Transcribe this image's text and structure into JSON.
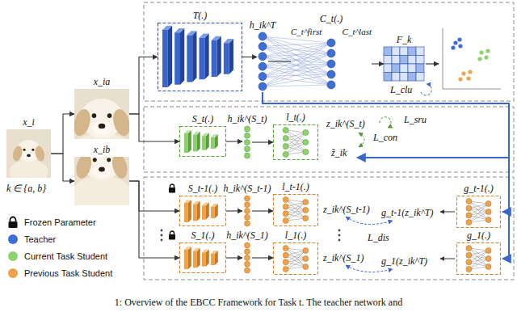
{
  "diagram": {
    "caption": "1: Overview of the EBCC Framework for Task t. The teacher network and",
    "nodes": [
      {
        "text": [
          "x_i"
        ]
      },
      {
        "text": [
          "x_ia"
        ]
      },
      {
        "text": [
          "x_ib"
        ]
      },
      {
        "text": [
          "T(.)"
        ]
      },
      {
        "text": [
          "h_ik^T"
        ]
      },
      {
        "text": [
          "C_t(.)",
          "C_t^first",
          "C_t^last"
        ]
      },
      {
        "text": [
          "F_k"
        ]
      },
      {
        "text": [
          "S_t(.)"
        ]
      },
      {
        "text": [
          "h_ik^(S_t)"
        ]
      },
      {
        "text": [
          "l_t(.)"
        ]
      },
      {
        "text": [
          "S_t-1(.)"
        ]
      },
      {
        "text": [
          "h_ik^(S_t-1)"
        ]
      },
      {
        "text": [
          "l_t-1(.)"
        ]
      },
      {
        "text": [
          "g_t-1(.)"
        ]
      },
      {
        "text": [
          "S_1(.)"
        ]
      },
      {
        "text": [
          "h_ik^(S_1)"
        ]
      },
      {
        "text": [
          "l_1(.)"
        ]
      },
      {
        "text": [
          "g_1(.)"
        ]
      }
    ],
    "edges": [
      {
        "from": 0,
        "to": 1,
        "arrow": "to"
      },
      {
        "from": 0,
        "to": 2,
        "arrow": "to"
      },
      {
        "from": 1,
        "to": 3,
        "arrow": "to"
      },
      {
        "from": 1,
        "to": 7,
        "arrow": "to"
      },
      {
        "from": 2,
        "to": 10,
        "arrow": "to"
      },
      {
        "from": 2,
        "to": 14,
        "arrow": "to"
      },
      {
        "from": 3,
        "to": 4,
        "arrow": "to"
      },
      {
        "from": 4,
        "to": 5,
        "arrow": "none"
      },
      {
        "from": 5,
        "to": 6,
        "arrow": "to"
      },
      {
        "from": 7,
        "to": 8,
        "arrow": "to"
      },
      {
        "from": 8,
        "to": 9,
        "arrow": "to"
      },
      {
        "from": 10,
        "to": 11,
        "arrow": "to"
      },
      {
        "from": 11,
        "to": 12,
        "arrow": "to"
      },
      {
        "from": 14,
        "to": 15,
        "arrow": "to"
      },
      {
        "from": 15,
        "to": 16,
        "arrow": "to"
      }
    ],
    "labels": [
      "k ∈ {a, b}",
      "L_clu",
      "z_ik^(S_t)",
      "z̃_ik",
      "L_sru",
      "L_con",
      "z_ik^(S_t-1)",
      "g_t-1(z_ik^T)",
      "z_ik^(S_1)",
      "g_1(z_ik^T)",
      "L_dis"
    ],
    "legend": [
      {
        "text": "Frozen Parameter"
      },
      {
        "text": "Teacher",
        "color": "#3d6fd6"
      },
      {
        "text": "Current Task Student",
        "color": "#8dd36b"
      },
      {
        "text": "Previous Task Student",
        "color": "#f0a24b"
      }
    ]
  }
}
